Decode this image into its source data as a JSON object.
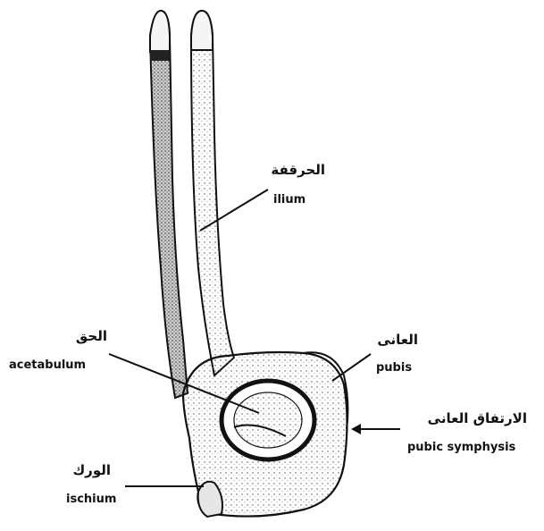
{
  "labels": {
    "ilium": {
      "ar": "الحرقفة",
      "en": "ilium"
    },
    "acetabulum": {
      "ar": "الحق",
      "en": "acetabulum"
    },
    "pubis": {
      "ar": "العانى",
      "en": "pubis"
    },
    "pubic_symphysis": {
      "ar": "الارتفاق العانى",
      "en": "pubic symphysis"
    },
    "ischium": {
      "ar": "الورك",
      "en": "ischium"
    }
  }
}
